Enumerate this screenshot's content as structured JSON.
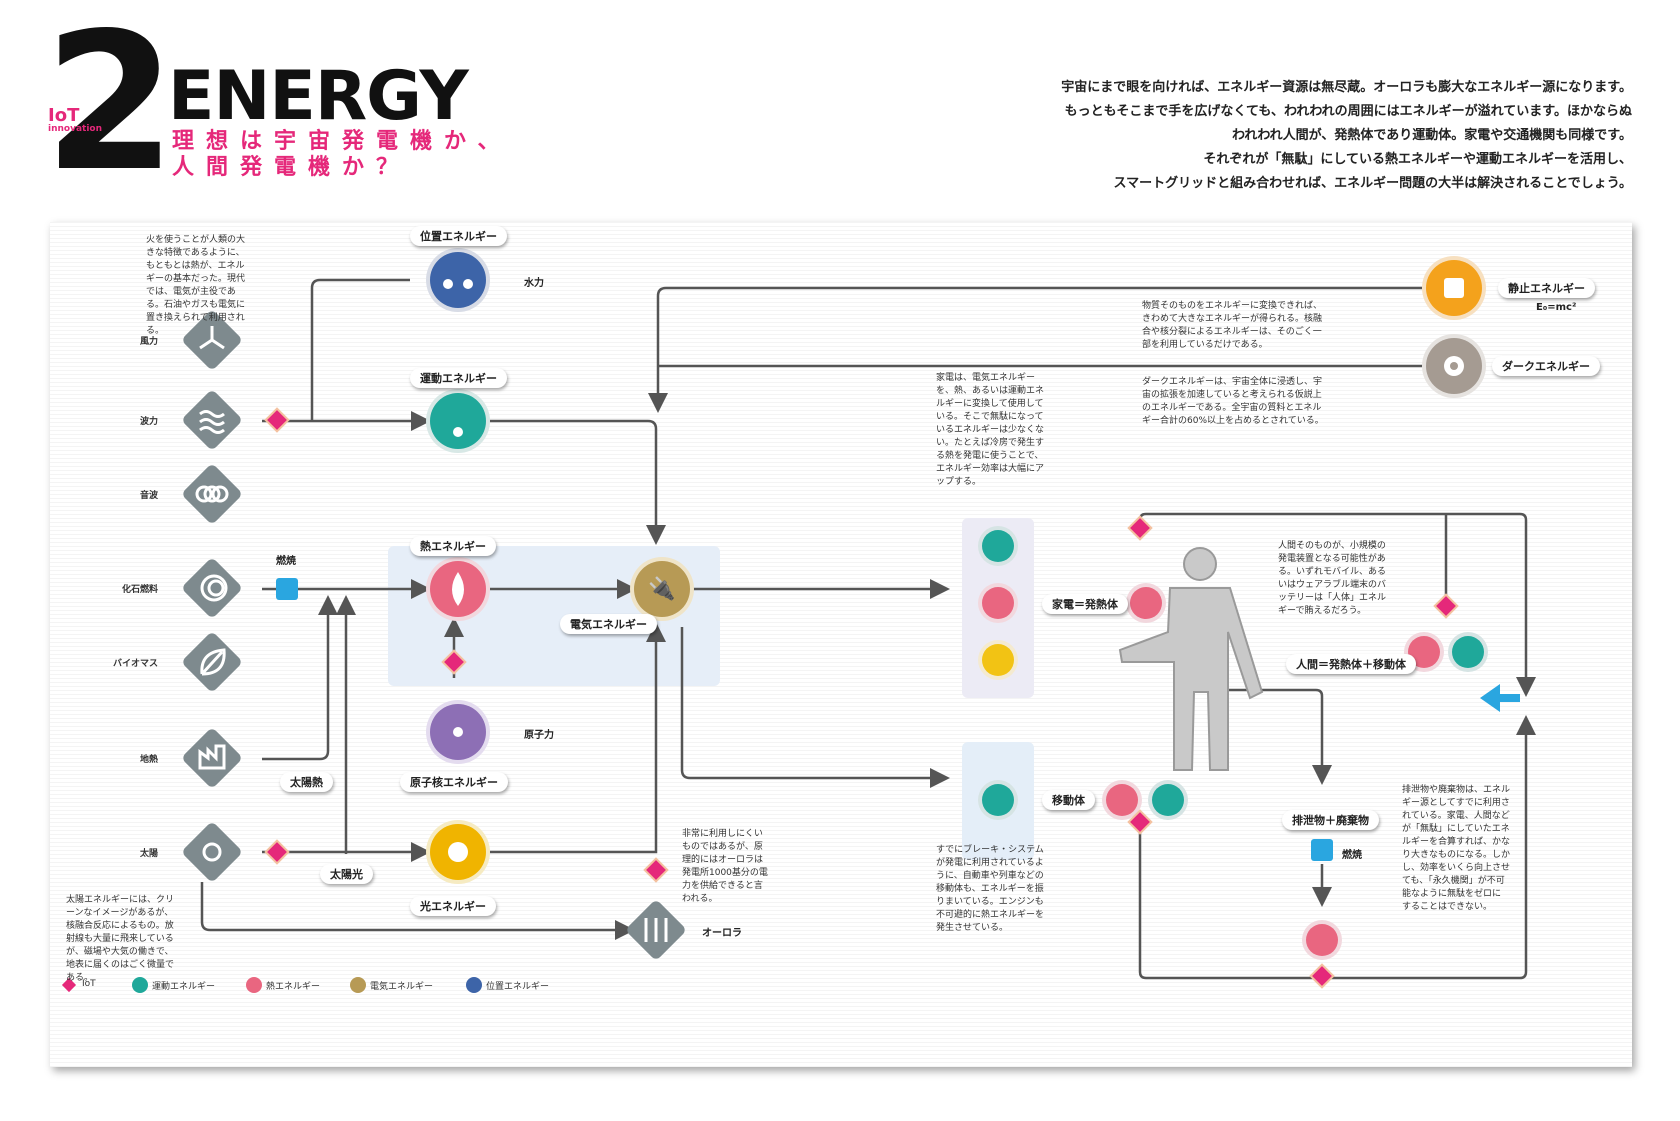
{
  "header": {
    "number": "2",
    "logo_main": "IoT",
    "logo_sub": "innovation",
    "title": "ENERGY",
    "subtitle_line1": "理想は宇宙発電機か、",
    "subtitle_line2": "人間発電機か？",
    "intro": [
      "宇宙にまで眼を向ければ、エネルギー資源は無尽蔵。オーロラも膨大なエネルギー源になります。",
      "もっともそこまで手を広げなくても、われわれの周囲にはエネルギーが溢れています。ほかならぬ",
      "われわれ人間が、発熱体であり運動体。家電や交通機関も同様です。",
      "それぞれが「無駄」にしている熱エネルギーや運動エネルギーを活用し、",
      "スマートグリッドと組み合わせれば、エネルギー問題の大半は解決されることでしょう。"
    ]
  },
  "sources": {
    "wind": "風力",
    "wave": "波力",
    "sound": "音波",
    "fossil": "化石燃料",
    "biomass": "バイオマス",
    "geothermal": "地熱",
    "sun": "太陽"
  },
  "labels": {
    "position_energy": "位置エネルギー",
    "hydro": "水力",
    "kinetic_energy": "運動エネルギー",
    "combustion1": "燃焼",
    "heat_energy": "熱エネルギー",
    "electric_energy": "電気エネルギー",
    "nuclear_power": "原子力",
    "nuclear_energy": "原子核エネルギー",
    "solar_heat": "太陽熱",
    "solar_light": "太陽光",
    "light_energy": "光エネルギー",
    "aurora": "オーロラ",
    "static_energy": "静止エネルギー",
    "emc2": "E₀=mc²",
    "dark_energy": "ダークエネルギー",
    "appliance_heat": "家電＝発熱体",
    "mover": "移動体",
    "human": "人間＝発熱体＋移動体",
    "waste": "排泄物＋廃棄物",
    "combustion2": "燃焼"
  },
  "notes": {
    "fire": "火を使うことが人類の大きな特徴であるように、もともとは熱が、エネルギーの基本だった。現代では、電気が主役である。石油やガスも電気に置き換えられて利用される。",
    "solar": "太陽エネルギーには、クリーンなイメージがあるが、核融合反応によるもの。放射線も大量に飛来しているが、磁場や大気の働きで、地表に届くのはごく微量である。",
    "aurora": "非常に利用しにくいものではあるが、原理的にはオーロラは発電所1000基分の電力を供給できると言われる。",
    "appliance": "家電は、電気エネルギーを、熱、あるいは運動エネルギーに変換して使用している。そこで無駄になっているエネルギーは少なくない。たとえば冷房で発生する熱を発電に使うことで、エネルギー効率は大幅にアップする。",
    "matter": "物質そのものをエネルギーに変換できれば、きわめて大きなエネルギーが得られる。核融合や核分裂によるエネルギーは、そのごく一部を利用しているだけである。",
    "dark": "ダークエネルギーは、宇宙全体に浸透し、宇宙の拡張を加速していると考えられる仮説上のエネルギーである。全宇宙の質料とエネルギー合計の60%以上を占めるとされている。",
    "brake": "すでにブレーキ・システムが発電に利用されているように、自動車や列車などの移動体も、エネルギーを振りまいている。エンジンも不可避的に熱エネルギーを発生させている。",
    "human": "人間そのものが、小規模の発電装置となる可能性がある。いずれモバイル、あるいはウェアラブル端末のバッテリーは「人体」エネルギーで賄えるだろう。",
    "waste": "排泄物や廃棄物は、エネルギー源としてすでに利用されている。家電、人間などが「無駄」にしていたエネルギーを合算すれば、かなり大きなものになる。しかし、効率をいくら向上させても、「永久機関」が不可能なように無駄をゼロにすることはできない。"
  },
  "legend": [
    {
      "label": "IoT",
      "color": "#e5287a"
    },
    {
      "label": "運動エネルギー",
      "color": "#1fa89a"
    },
    {
      "label": "熱エネルギー",
      "color": "#e96680"
    },
    {
      "label": "電気エネルギー",
      "color": "#b79a55"
    },
    {
      "label": "位置エネルギー",
      "color": "#3d64a8"
    }
  ],
  "colors": {
    "iot": "#e5287a",
    "kinetic": "#1fa89a",
    "heat": "#e96680",
    "electric": "#e6b32a",
    "position": "#3d64a8",
    "nuclear": "#8d6fb5",
    "light": "#f0b400",
    "static": "#f4a21c",
    "dark": "#a59b92",
    "source_icon": "#7e8a8e",
    "arrow_blue": "#2aa6e0",
    "highlight_box": "#e6eef8"
  }
}
